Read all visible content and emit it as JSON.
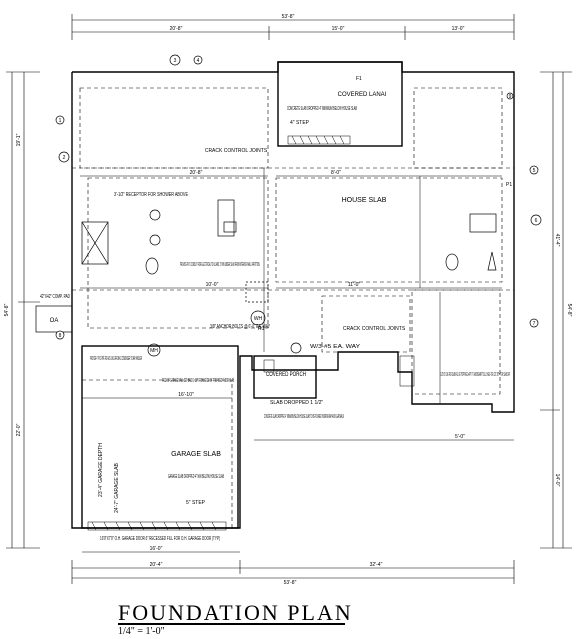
{
  "title": "FOUNDATION PLAN",
  "scale": "1/4\" = 1'-0\"",
  "dimensions": {
    "top_overall": "53'-8\"",
    "top_seg_1": "20'-8\"",
    "top_seg_2": "15'-0\"",
    "top_seg_3": "13'-0\"",
    "bottom_overall": "53'-8\"",
    "bottom_seg_1": "20'-4\"",
    "bottom_seg_2": "32'-4\"",
    "bottom_seg_3": "16'-0\"",
    "left_overall": "54'-8\"",
    "left_seg_1": "19'-1\"",
    "left_seg_2": "22'-0\"",
    "right_overall": "54'-8\"",
    "right_seg_1": "41'-4\"",
    "right_seg_2": "14'-0\"",
    "mid_1": "20'-8\"",
    "mid_2": "8'-0\"",
    "mid_3": "11'-0\"",
    "mid_4": "10'-0\"",
    "mid_5": "16'-10\"",
    "mid_6": "5'-0\""
  },
  "labels": {
    "covered_lanai": "COVERED LANAI",
    "lanai_note": "CONCRETE SLAB DROPPED 4\" MINIMUM BELOW HOUSE SLAB",
    "house_slab": "HOUSE SLAB",
    "crack_joints_1": "CRACK CONTROL JOINTS",
    "crack_joints_2": "CRACK CONTROL JOINTS",
    "receptor": "3'-1/2\" RECEPTOR FOR SHOWER ABOVE",
    "pvc_note": "PROVIDE PVC CONDUIT FOR ELECTRICAL TO ISLAND. 3\" MIN UNDER SLAB FROM INTERIOR WALL PARTITION.",
    "comp_pad": "42\"X42\" COMP. PAD",
    "ac_note": "PROVIDE 4\" PVC PIPE FOR A/C LINES FROM AC CONDENSER TO AIR HANDLER",
    "garage_wall_note": "FACE OF GARAGE WALL SET BACK 1 1/2\" FROM EDGE OF PREFIXED FLOOR SLAB",
    "covered_porch": "COVERED PORCH",
    "porch_note": "CONCRETE SLAB DROPPED 4\" MINIMUM BELOW HOUSE SLAB TO BE POURED W/DRIVEWAY AND LEADWALK",
    "garage_slab": "GARAGE SLAB",
    "garage_note": "GARAGE SLAB DROPPED 4\" MIN BELOW HOUSE SLAB",
    "garage_door": "16'0\"X7'0\" O.H. GARAGE DOOR 6\" RECESSED FILL FOR O.H. GARAGE DOOR (TYP)",
    "garage_depth": "23'-4\" GARAGE DEPTH",
    "garage_width": "24'-7\" GARAGE SLAB",
    "pipe_note": "3 1/2\"x3\" LINE FOR SLAB FILL OR TOPPING 2x4 PT P.T. AND BEAM PT SILL SHELF OR. CUT 3/8\"=4\" OR SLAB CAP",
    "step_1": "4\" STEP",
    "step_2": "5\" STEP",
    "dropped_note": "SLAB DROPPED 1 1/2\"",
    "sill_note": "3/8\" ANCHOR BOLTS @ 6'-0\" EA. WAY",
    "sill_note_2": "W/3-#5 EA. WAY",
    "oa": "OA",
    "mh": "MH",
    "wh": "WH",
    "p1": "P1",
    "f1": "F1",
    "ref": "R1"
  },
  "markers": [
    "1",
    "2",
    "3",
    "4",
    "5",
    "6",
    "7",
    "8",
    "9"
  ]
}
